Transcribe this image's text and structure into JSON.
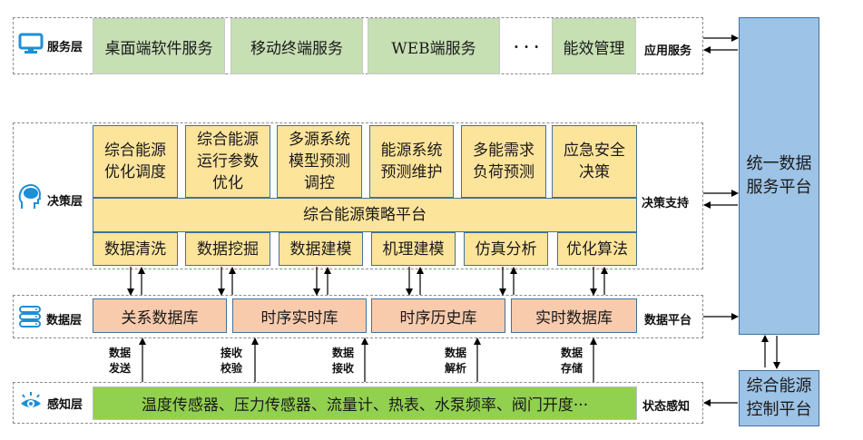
{
  "colors": {
    "service_box": "#c6dfb3",
    "decision_box": "#fde49b",
    "database_box": "#f8cbad",
    "sensor_bar": "#92d050",
    "platform_box": "#9dc3e6",
    "icon_blue": "#1e8fd6"
  },
  "layers": {
    "service": {
      "label": "服务层",
      "icon": "monitor-icon",
      "items": [
        "桌面端软件服务",
        "移动终端服务",
        "WEB端服务",
        "· · ·",
        "能效管理"
      ],
      "side_label": "应用服务"
    },
    "decision": {
      "label": "决策层",
      "icon": "brain-head-icon",
      "top_items": [
        "综合能源\n优化调度",
        "综合能源\n运行参数\n优化",
        "多源系统\n模型预测\n调控",
        "能源系统\n预测维护",
        "多能需求\n负荷预测",
        "应急安全\n决策"
      ],
      "platform": "综合能源策略平台",
      "bottom_items": [
        "数据清洗",
        "数据挖掘",
        "数据建模",
        "机理建模",
        "仿真分析",
        "优化算法"
      ],
      "side_label": "决策支持"
    },
    "data": {
      "label": "数据层",
      "icon": "database-server-icon",
      "items": [
        "关系数据库",
        "时序实时库",
        "时序历史库",
        "实时数据库"
      ],
      "side_label": "数据平台"
    },
    "perception": {
      "label": "感知层",
      "icon": "eye-icon",
      "sensors": "温度传感器、压力传感器、流量计、热表、水泵频率、阀门开度···",
      "side_label": "状态感知"
    }
  },
  "flow_labels": [
    "数据\n发送",
    "接收\n校验",
    "数据\n接收",
    "数据\n解析",
    "数据\n存储"
  ],
  "platforms": {
    "unified": "统一数据\n服务平台",
    "control": "综合能源\n控制平台"
  }
}
